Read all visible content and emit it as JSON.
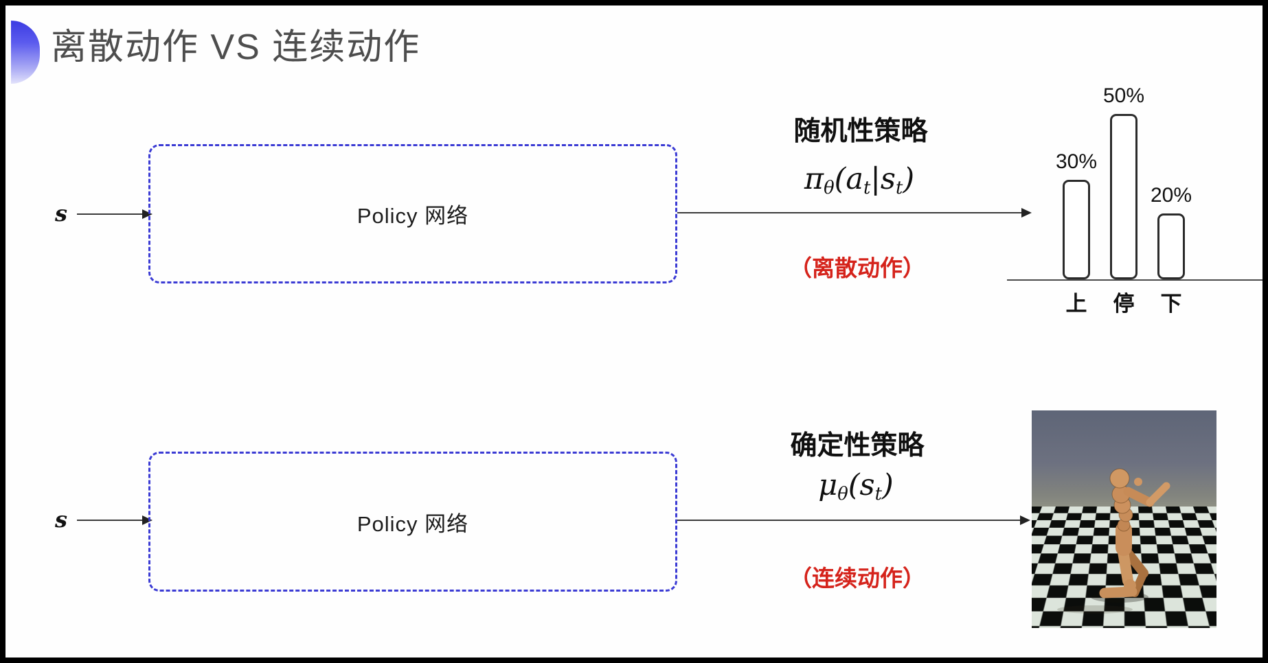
{
  "slide": {
    "title": "离散动作 VS 连续动作",
    "colors": {
      "title_gray": "#4d4d4d",
      "box_border_blue": "#3b3bd4",
      "note_red": "#d5231b",
      "arrow_black": "#222222",
      "bar_outline": "#2b2b2b",
      "bullet_gradient_top": "#3c3ce2",
      "bullet_gradient_bottom": "#e2e2fb"
    }
  },
  "top_row": {
    "input_label": "s",
    "box_label": "Policy 网络",
    "policy_type": "随机性策略",
    "formula": [
      {
        "t": "π"
      },
      {
        "t": "θ",
        "sub": true
      },
      {
        "t": "("
      },
      {
        "t": "a"
      },
      {
        "t": "t",
        "sub": true
      },
      {
        "t": "|"
      },
      {
        "t": "s"
      },
      {
        "t": "t",
        "sub": true
      },
      {
        "t": ")"
      }
    ],
    "note": "（离散动作）"
  },
  "bottom_row": {
    "input_label": "s",
    "box_label": "Policy 网络",
    "policy_type": "确定性策略",
    "formula": [
      {
        "t": "μ"
      },
      {
        "t": "θ",
        "sub": true
      },
      {
        "t": "("
      },
      {
        "t": "s"
      },
      {
        "t": "t",
        "sub": true
      },
      {
        "t": ")"
      }
    ],
    "note": "（连续动作）"
  },
  "chart_data": {
    "type": "bar",
    "categories": [
      "上",
      "停",
      "下"
    ],
    "values": [
      30,
      50,
      20
    ],
    "value_labels": [
      "30%",
      "50%",
      "20%"
    ],
    "title": "",
    "xlabel": "",
    "ylabel": "",
    "ylim": [
      0,
      55
    ],
    "grid": false,
    "legend": false,
    "bar_style": "outlined white bars, black border, rounded corners, baseline axis only"
  }
}
